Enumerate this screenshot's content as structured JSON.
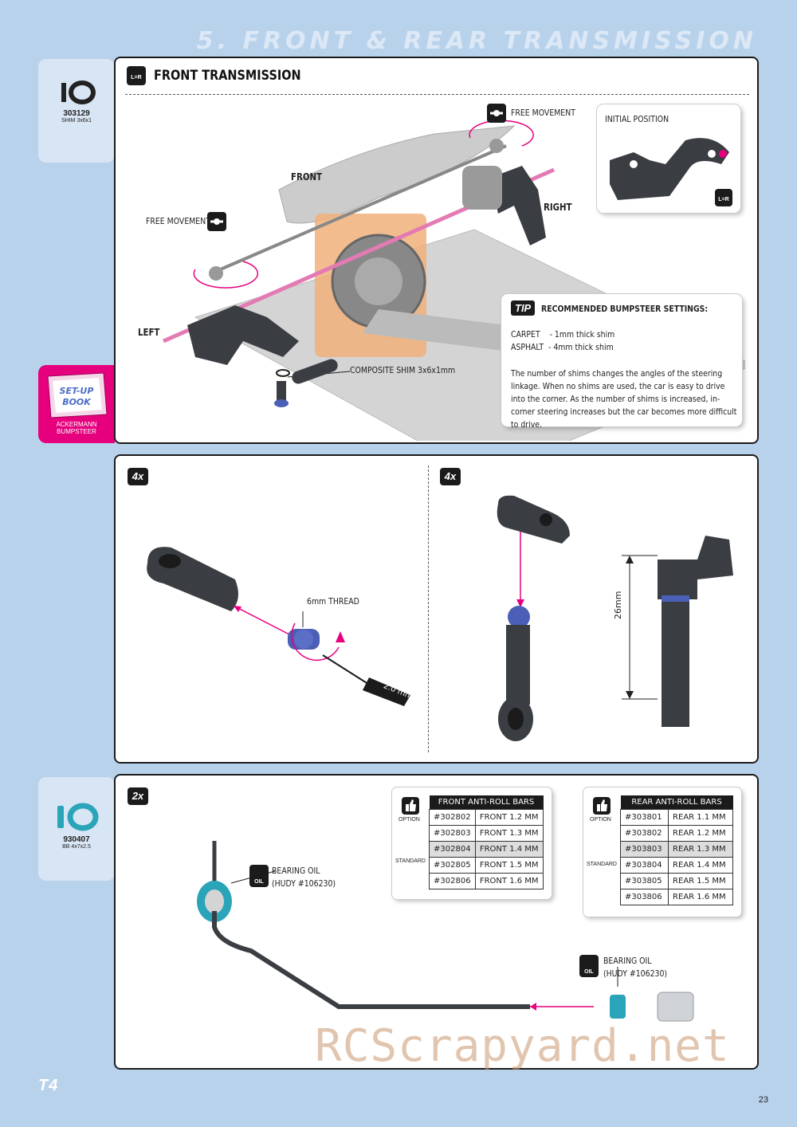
{
  "section_title": "5. FRONT & REAR TRANSMISSION",
  "parts": [
    {
      "number": "303129",
      "desc": "SHIM 3x6x1"
    },
    {
      "number": "930407",
      "desc": "BB 4x7x2.5"
    }
  ],
  "setup_book": {
    "title": "SET-UP BOOK",
    "caption1": "ACKERMANN",
    "caption2": "BUMPSTEER"
  },
  "front_transmission": {
    "heading": "FRONT TRANSMISSION",
    "lr_icon": "L=R",
    "labels": {
      "free_movement_top": "FREE MOVEMENT",
      "free_movement_left": "FREE MOVEMENT",
      "front": "FRONT",
      "right": "RIGHT",
      "left": "LEFT",
      "composite_shim": "COMPOSITE SHIM 3x6x1mm",
      "initial_position": "INITIAL POSITION"
    },
    "tip": {
      "badge": "TIP",
      "title": "RECOMMENDED BUMPSTEER SETTINGS:",
      "line1": "CARPET    - 1mm thick shim",
      "line2": "ASPHALT  - 4mm thick shim",
      "body": "The number of shims changes the angles of the steering linkage. When no shims are used, the car is easy to drive into the corner. As the number of shims is increased, in-corner steering increases but the car becomes more difficult to drive."
    }
  },
  "step2": {
    "left_qty": "4x",
    "right_qty": "4x",
    "thread_label": "6mm THREAD",
    "tool_label": "2.0 mm",
    "dimension": "26mm"
  },
  "step3": {
    "qty": "2x",
    "bearing_oil": "BEARING OIL",
    "hudy": "(HUDY #106230)",
    "oil_icon": "OIL",
    "option_label": "OPTION",
    "standard_label": "STANDARD",
    "front_table": {
      "title": "FRONT ANTI-ROLL BARS",
      "rows": [
        {
          "code": "#302802",
          "name": "FRONT 1.2 MM",
          "standard": false
        },
        {
          "code": "#302803",
          "name": "FRONT 1.3 MM",
          "standard": false
        },
        {
          "code": "#302804",
          "name": "FRONT 1.4 MM",
          "standard": true
        },
        {
          "code": "#302805",
          "name": "FRONT 1.5 MM",
          "standard": false
        },
        {
          "code": "#302806",
          "name": "FRONT 1.6 MM",
          "standard": false
        }
      ]
    },
    "rear_table": {
      "title": "REAR ANTI-ROLL BARS",
      "rows": [
        {
          "code": "#303801",
          "name": "REAR 1.1 MM",
          "standard": false
        },
        {
          "code": "#303802",
          "name": "REAR 1.2 MM",
          "standard": false
        },
        {
          "code": "#303803",
          "name": "REAR 1.3 MM",
          "standard": true
        },
        {
          "code": "#303804",
          "name": "REAR 1.4 MM",
          "standard": false
        },
        {
          "code": "#303805",
          "name": "REAR 1.5 MM",
          "standard": false
        },
        {
          "code": "#303806",
          "name": "REAR 1.6 MM",
          "standard": false
        }
      ]
    }
  },
  "footer": {
    "logo": "T4",
    "page": "23",
    "watermark": "RCScrapyard.net"
  },
  "colors": {
    "accent": "#e6007e",
    "background": "#b9d2ec",
    "card": "#d8e5f4",
    "part_dark": "#3a3d42",
    "part_orange": "#f0b07a",
    "blue_part": "#4a5fb5",
    "teal": "#2aa4b8"
  }
}
